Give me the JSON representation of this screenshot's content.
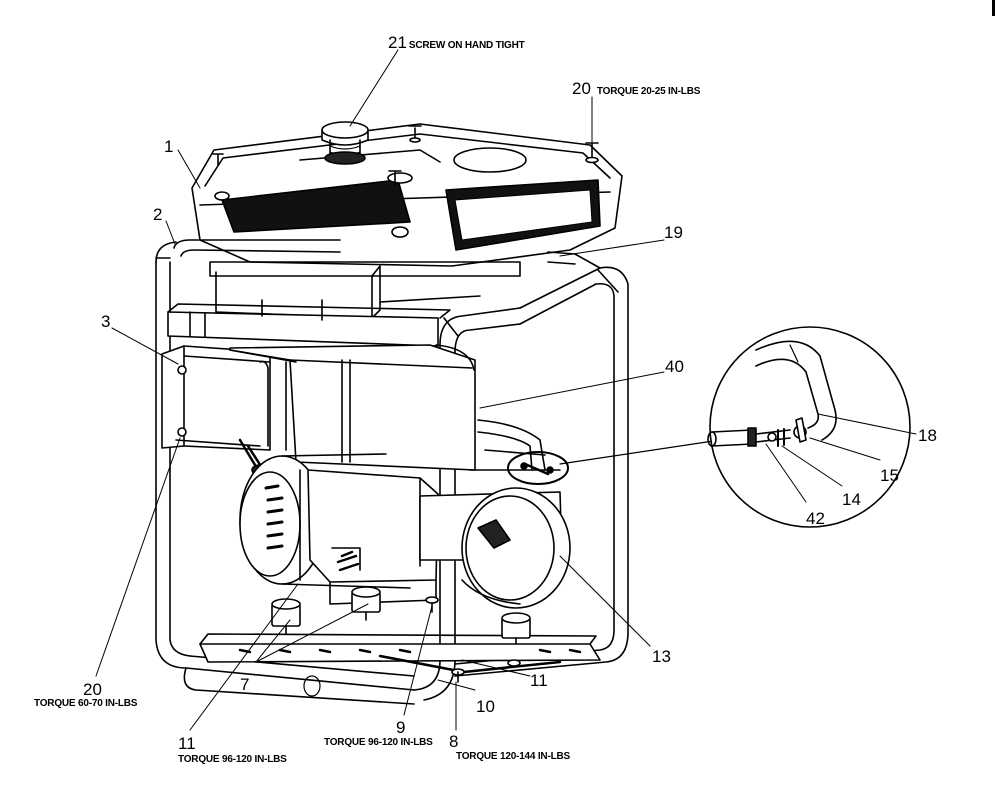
{
  "callouts": [
    {
      "id": "c21",
      "number": "21",
      "note": "SCREW ON HAND TIGHT"
    },
    {
      "id": "c20top",
      "number": "20",
      "note": "TORQUE 20-25 IN-LBS"
    },
    {
      "id": "c1",
      "number": "1"
    },
    {
      "id": "c2",
      "number": "2"
    },
    {
      "id": "c19",
      "number": "19"
    },
    {
      "id": "c3",
      "number": "3"
    },
    {
      "id": "c40",
      "number": "40"
    },
    {
      "id": "c18",
      "number": "18"
    },
    {
      "id": "c15",
      "number": "15"
    },
    {
      "id": "c14",
      "number": "14"
    },
    {
      "id": "c42",
      "number": "42"
    },
    {
      "id": "c13",
      "number": "13"
    },
    {
      "id": "c11r",
      "number": "11"
    },
    {
      "id": "c10",
      "number": "10"
    },
    {
      "id": "c9",
      "number": "9",
      "note": "TORQUE 96-120 IN-LBS"
    },
    {
      "id": "c8",
      "number": "8",
      "note": "TORQUE 120-144 IN-LBS"
    },
    {
      "id": "c11l",
      "number": "11",
      "note": "TORQUE 96-120 IN-LBS"
    },
    {
      "id": "c7",
      "number": "7"
    },
    {
      "id": "c20bot",
      "number": "20",
      "note": "TORQUE 60-70 IN-LBS"
    }
  ]
}
